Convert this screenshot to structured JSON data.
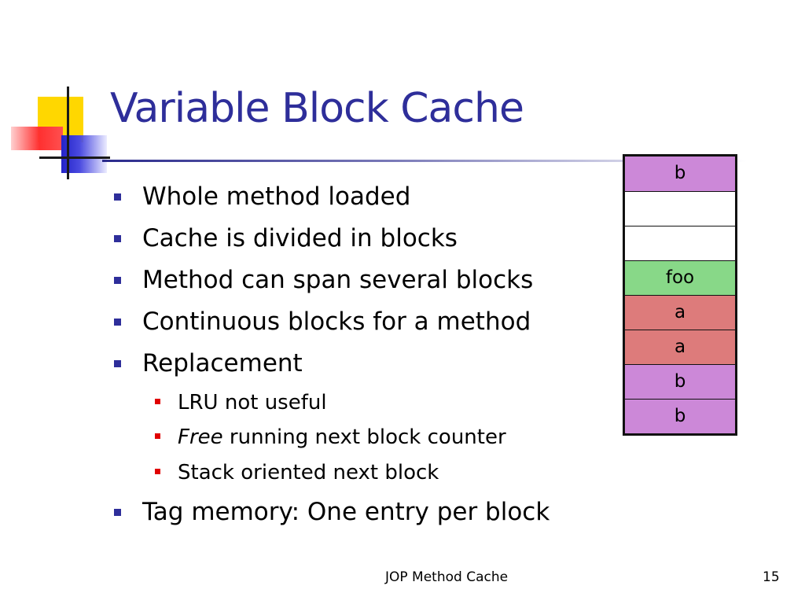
{
  "slide": {
    "title": "Variable Block Cache",
    "bullets": [
      {
        "text": "Whole method loaded"
      },
      {
        "text": "Cache is divided in blocks"
      },
      {
        "text": "Method can span several blocks"
      },
      {
        "text": "Continuous blocks for a method"
      },
      {
        "text": "Replacement"
      }
    ],
    "sub_bullets": [
      {
        "text": "LRU not useful"
      },
      {
        "em": "Free",
        "text": " running next block counter"
      },
      {
        "text": "Stack oriented next block"
      }
    ],
    "last_bullet": "Tag memory: One entry per block",
    "cache_blocks": [
      {
        "label": "b",
        "color": "#cc88d8"
      },
      {
        "label": "",
        "color": "#ffffff"
      },
      {
        "label": "",
        "color": "#ffffff"
      },
      {
        "label": "foo",
        "color": "#88d888"
      },
      {
        "label": "a",
        "color": "#dd7b7b"
      },
      {
        "label": "a",
        "color": "#dd7b7b"
      },
      {
        "label": "b",
        "color": "#cc88d8"
      },
      {
        "label": "b",
        "color": "#cc88d8"
      }
    ],
    "footer": {
      "center": "JOP Method Cache",
      "page_number": "15"
    },
    "colors": {
      "title": "#2e2e9a",
      "bullet_main": "#2e2e9a",
      "bullet_sub": "#e00000"
    }
  }
}
